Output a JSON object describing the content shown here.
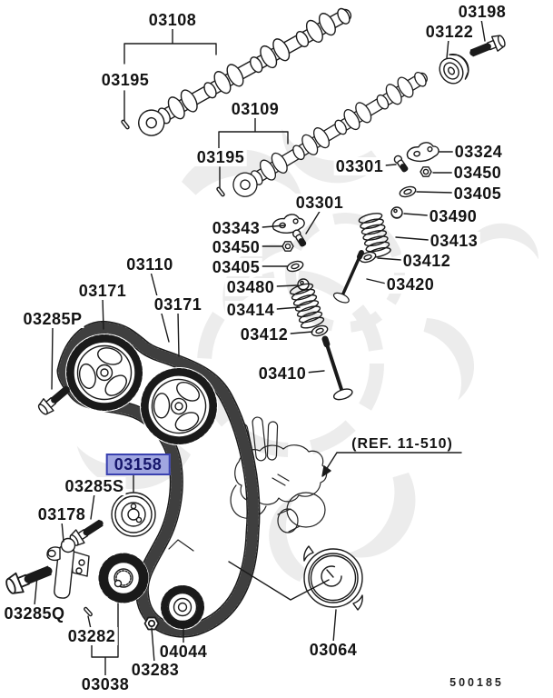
{
  "diagram": {
    "type": "exploded-parts-diagram",
    "subject": "timing belt and camshaft valve train",
    "sheet_number": "500185",
    "ref_note": "(REF. 11-510)",
    "highlighted_part": "03158",
    "colors": {
      "line": "#1a1a1a",
      "background": "#ffffff",
      "highlight_fill": "#a0a6e0",
      "highlight_border": "#3a41b0",
      "highlight_text": "#16166b"
    },
    "labels": {
      "p03108": "03108",
      "p03195a": "03195",
      "p03109": "03109",
      "p03195b": "03195",
      "p03122": "03122",
      "p03198": "03198",
      "p03324": "03324",
      "p03301a": "03301",
      "p03450a": "03450",
      "p03405a": "03405",
      "p03490": "03490",
      "p03413": "03413",
      "p03412a": "03412",
      "p03420": "03420",
      "p03301b": "03301",
      "p03343": "03343",
      "p03450b": "03450",
      "p03405b": "03405",
      "p03480": "03480",
      "p03414": "03414",
      "p03412b": "03412",
      "p03410": "03410",
      "p03110": "03110",
      "p03171a": "03171",
      "p03171b": "03171",
      "p03285P": "03285P",
      "p03158": "03158",
      "p03285S": "03285S",
      "p03178": "03178",
      "p03285Q": "03285Q",
      "p03282": "03282",
      "p03038": "03038",
      "p03283": "03283",
      "p04044": "04044",
      "p03064": "03064"
    }
  }
}
